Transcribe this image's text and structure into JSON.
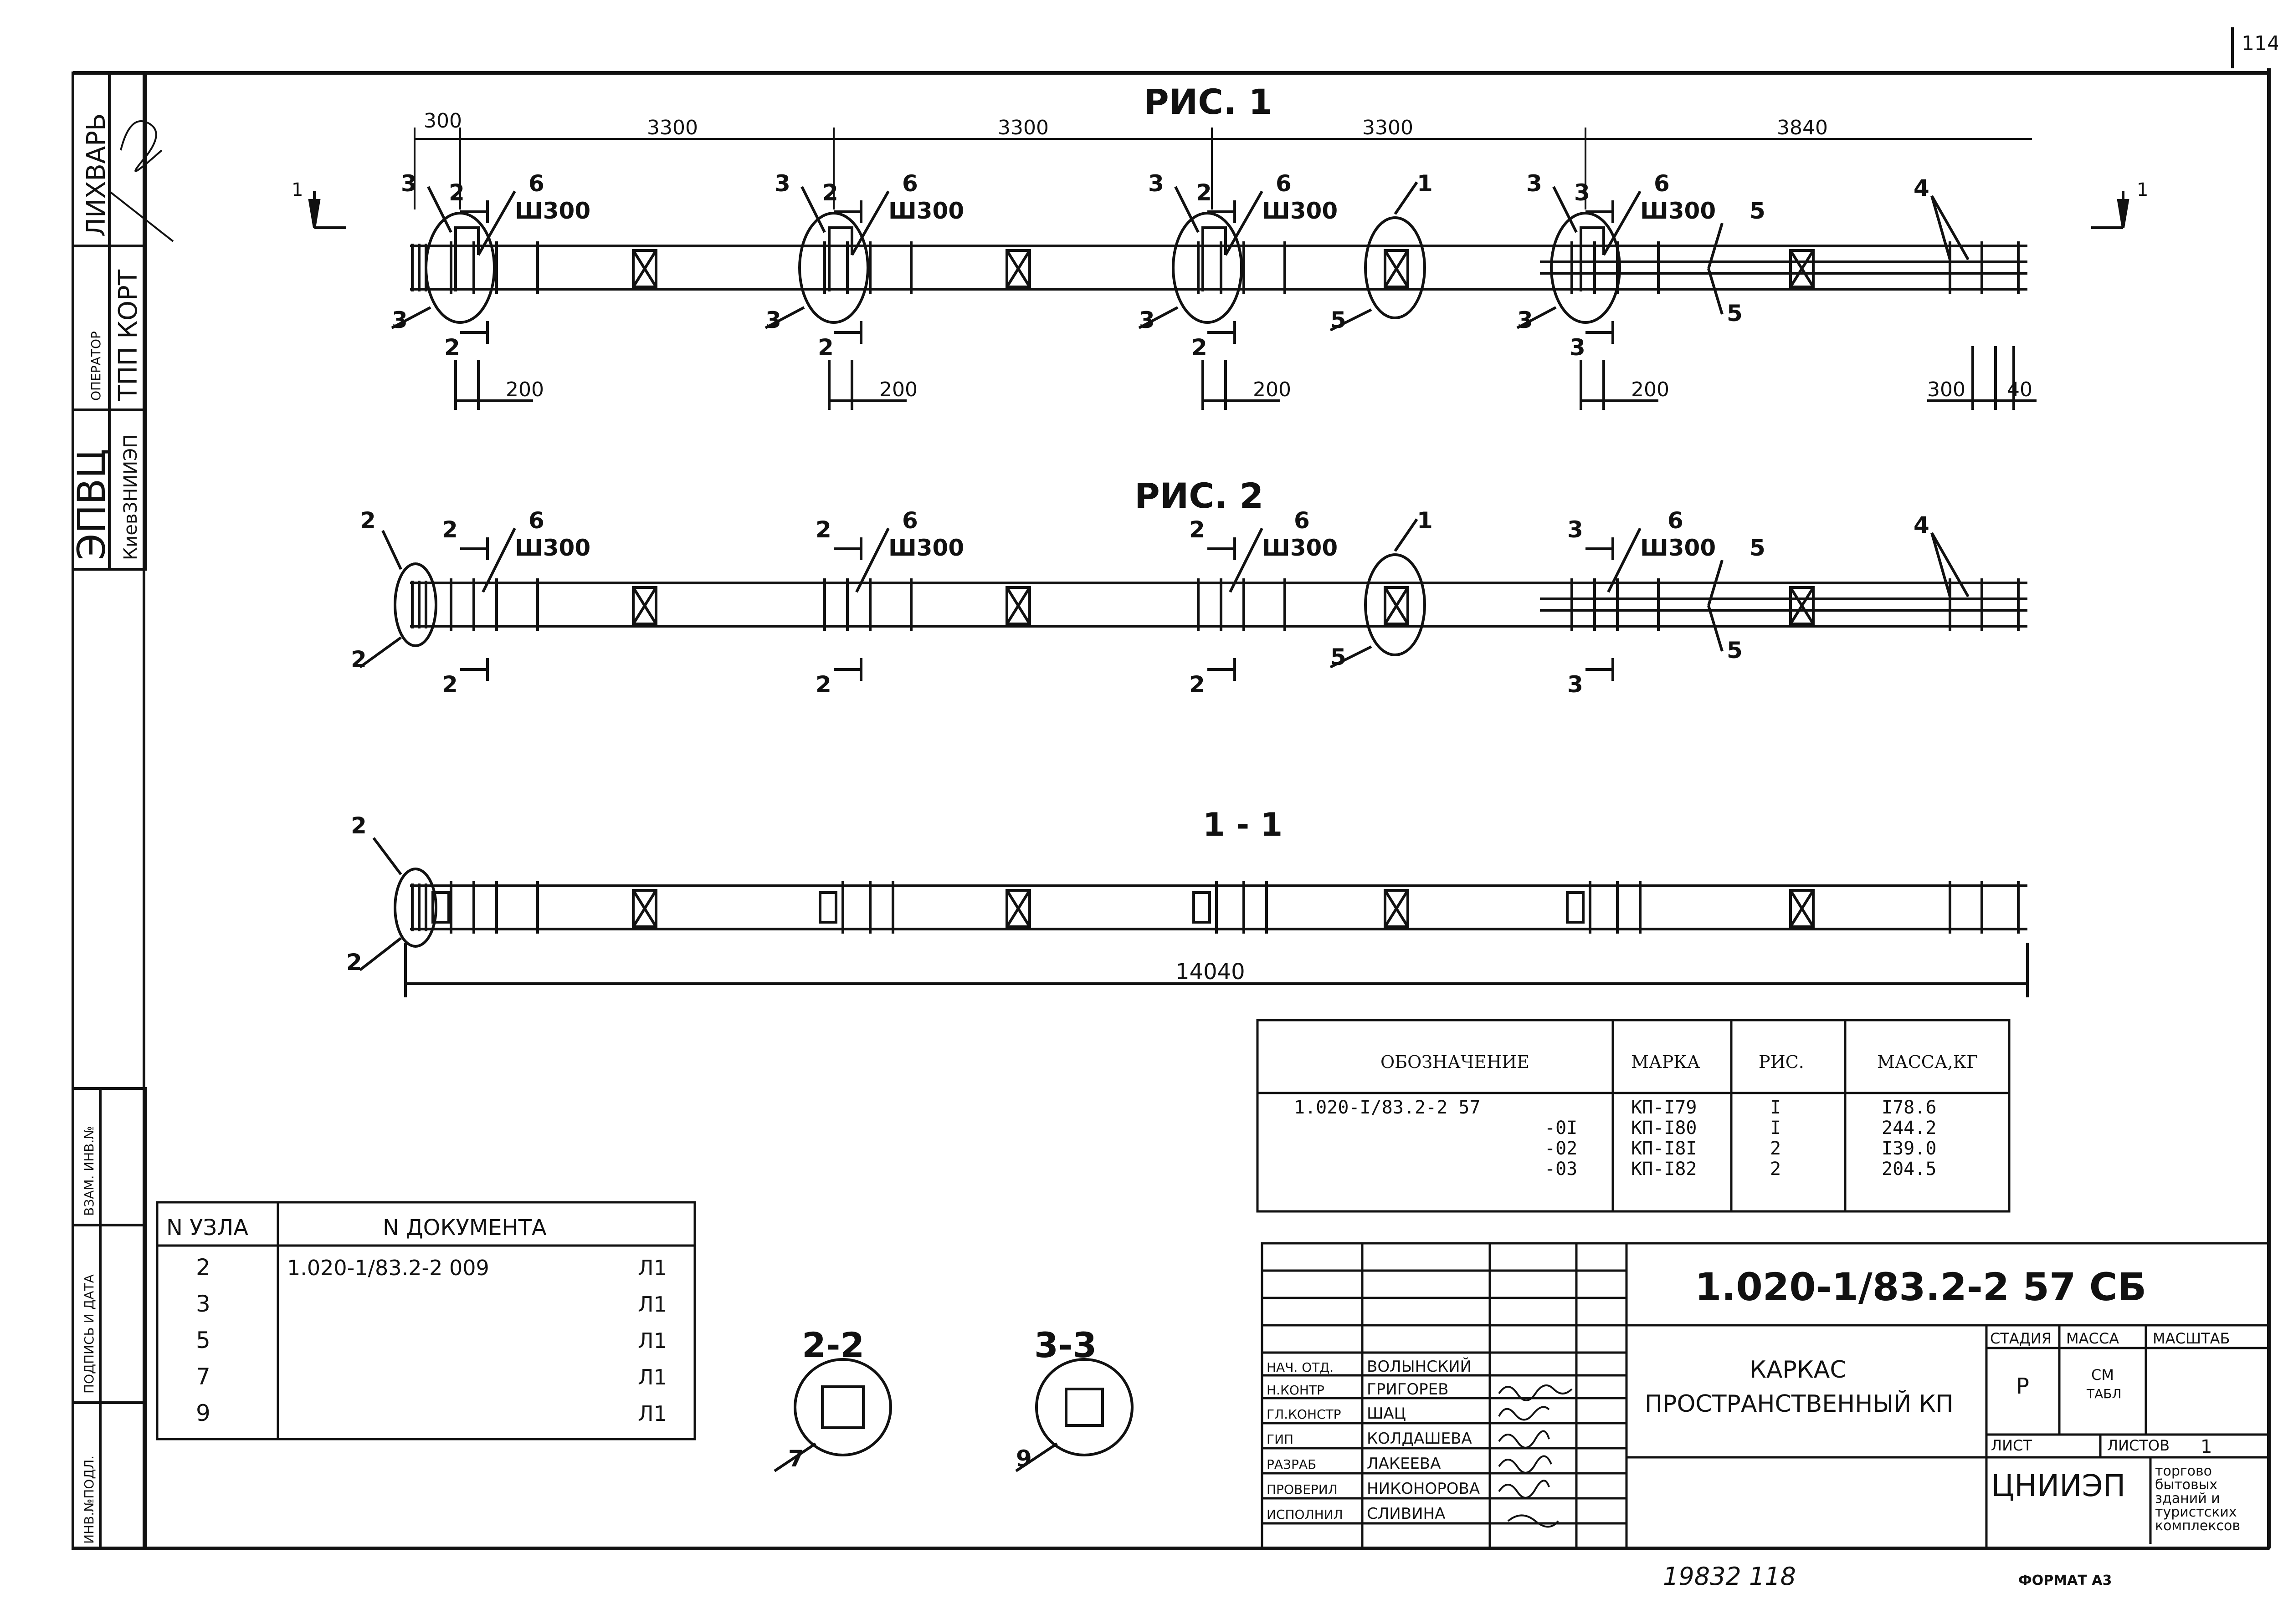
{
  "corner": {
    "page_number": "114"
  },
  "left_stamp": {
    "dihvar": "ЛИХВАРЬ",
    "operator_label": "ОПЕРАТОР",
    "tpp_kort": "ТПП КОРТ",
    "epvc": "ЭПВЦ",
    "kiev": "КиевЗНИИЭП",
    "vzam": "ВЗАМ. ИНВ.№",
    "podpis": "ПОДПИСЬ И ДАТА",
    "inv": "ИНВ.№ПОДЛ."
  },
  "figures": {
    "fig1_title": "РИС. 1",
    "fig2_title": "РИС. 2",
    "sec11_title": "1 - 1",
    "sec22_title": "2-2",
    "sec33_title": "3-3"
  },
  "labels": {
    "n1": "1",
    "n2": "2",
    "n3": "3",
    "n4": "4",
    "n5": "5",
    "n6": "6",
    "n7": "7",
    "n9": "9",
    "sh300": "Ш300"
  },
  "dimensions": {
    "d300": "300",
    "d3300a": "3300",
    "d3300b": "3300",
    "d3300c": "3300",
    "d3840": "3840",
    "d200": "200",
    "d40": "40",
    "d14040": "14040"
  },
  "spec_table": {
    "headers": [
      "ОБОЗНАЧЕНИЕ",
      "МАРКА",
      "РИС.",
      "МАССА,КГ"
    ],
    "rows": [
      [
        "1.020-I/83.2-2 57",
        "КП-I79",
        "I",
        "I78.6"
      ],
      [
        "-0I",
        "КП-I80",
        "I",
        "244.2"
      ],
      [
        "-02",
        "КП-I8I",
        "2",
        "I39.0"
      ],
      [
        "-03",
        "КП-I82",
        "2",
        "204.5"
      ]
    ]
  },
  "node_table": {
    "headers": [
      "N УЗЛА",
      "N ДОКУМЕНТА"
    ],
    "rows": [
      [
        "2",
        "1.020-1/83.2-2 009",
        "Л1"
      ],
      [
        "3",
        "",
        "Л1"
      ],
      [
        "5",
        "",
        "Л1"
      ],
      [
        "7",
        "",
        "Л1"
      ],
      [
        "9",
        "",
        "Л1"
      ]
    ]
  },
  "title_block": {
    "code": "1.020-1/83.2-2 57 СБ",
    "name_line1": "КАРКАС",
    "name_line2": "ПРОСТРАНСТВЕННЫЙ КП",
    "stage_label": "СТАДИЯ",
    "mass_label": "МАССА",
    "scale_label": "МАСШТАБ",
    "stage": "Р",
    "mass_value_l1": "СМ",
    "mass_value_l2": "ТАБЛ",
    "sheet_label": "ЛИСТ",
    "sheets_label": "ЛИСТОВ",
    "sheets_value": "1",
    "org": "ЦНИИЭП",
    "org_desc": [
      "торгово",
      "бытовых",
      "зданий и",
      "туристских",
      "комплексов"
    ],
    "staff": [
      {
        "role": "НАЧ. ОТД.",
        "name": "ВОЛЫНСКИЙ"
      },
      {
        "role": "Н.КОНТР",
        "name": "ГРИГОРЕВ"
      },
      {
        "role": "ГЛ.КОНСТР",
        "name": "ШАЦ"
      },
      {
        "role": "ГИП",
        "name": "КОЛДАШЕВА"
      },
      {
        "role": "РАЗРАБ",
        "name": "ЛАКЕЕВА"
      },
      {
        "role": "ПРОВЕРИЛ",
        "name": "НИКОНОРОВА"
      },
      {
        "role": "ИСПОЛНИЛ",
        "name": "СЛИВИНА"
      }
    ]
  },
  "footer": {
    "handwritten": "19832  118",
    "format": "ФОРМАТ А3"
  }
}
